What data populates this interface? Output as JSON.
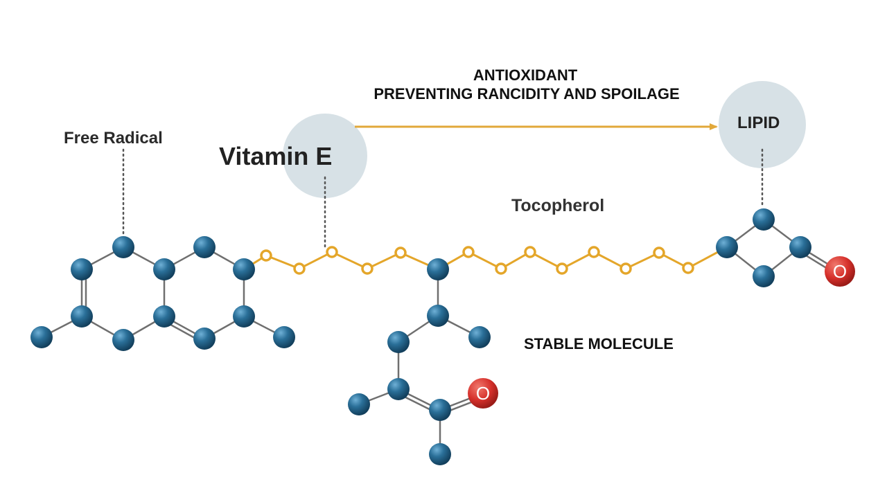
{
  "title_line1": "ANTIOXIDANT",
  "title_line2": "PREVENTING RANCIDITY AND SPOILAGE",
  "labels": {
    "free_radical": "Free Radical",
    "vitamin_e": "Vitamin E",
    "lipid": "LIPID",
    "tocopherol": "Tocopherol",
    "stable_molecule": "STABLE MOLECULE"
  },
  "oxygen_symbol": "O",
  "colors": {
    "atom": "#1d5f86",
    "chain": "#e4a62a",
    "bond": "#6f6f6f",
    "oxygen": "#d6302b",
    "bubble": "#d7e1e6",
    "arrow": "#e2a83a"
  }
}
